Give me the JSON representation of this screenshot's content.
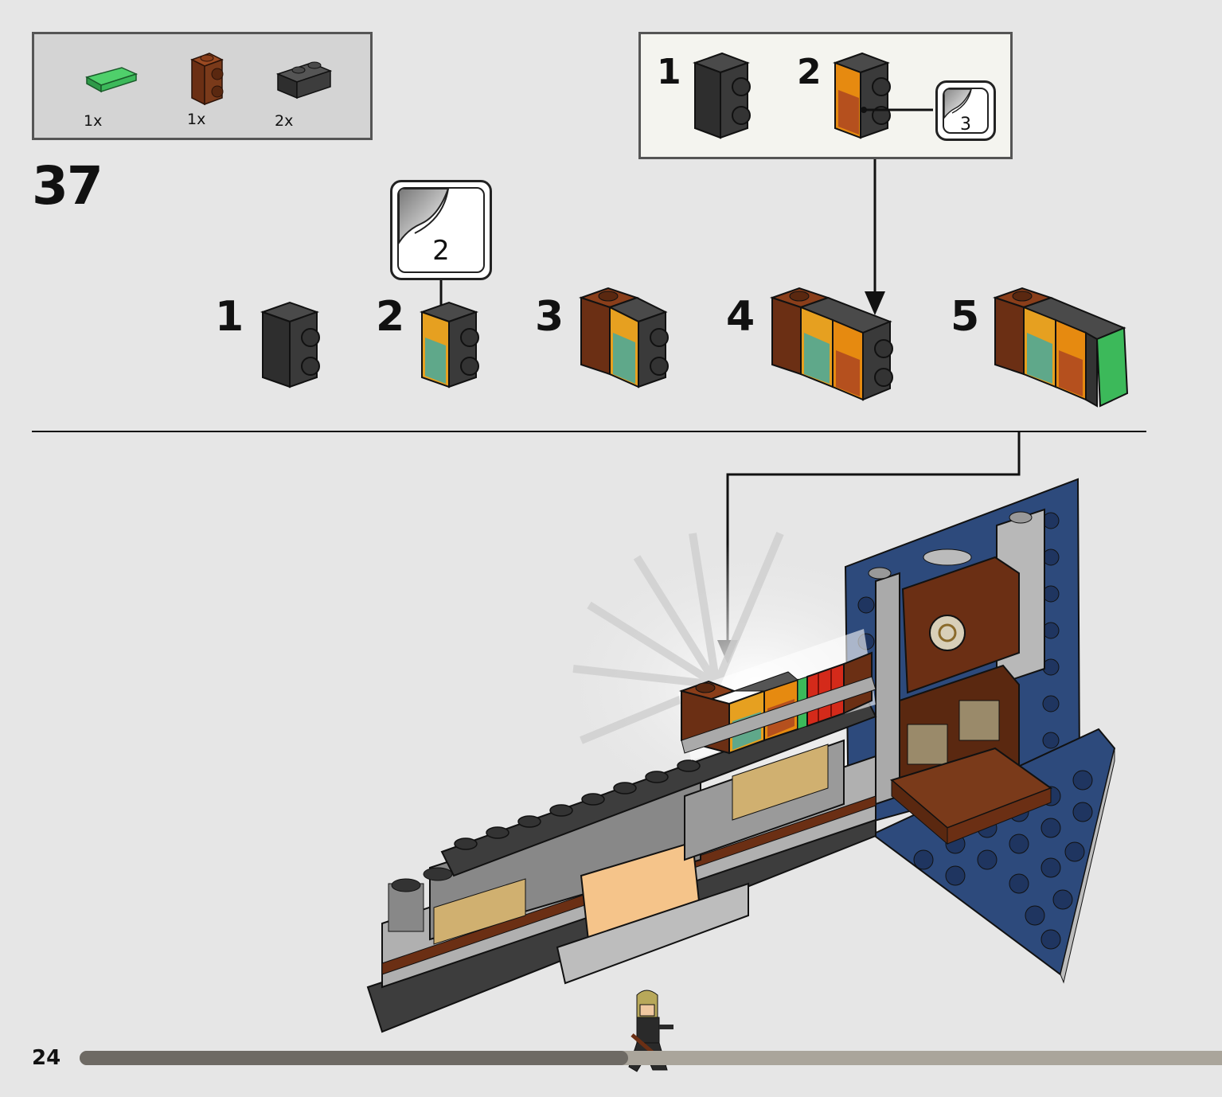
{
  "parts_list": [
    {
      "item": "green-tile-1x2",
      "qty": "1x",
      "color": "#3cb95a"
    },
    {
      "item": "brown-brick-1x1-studs-side",
      "qty": "1x",
      "color": "#7a3a1a"
    },
    {
      "item": "dark-gray-brick-1x2",
      "qty": "2x",
      "color": "#3d3d3d"
    }
  ],
  "step": {
    "number": "37"
  },
  "sub_assembly": {
    "steps": [
      "1",
      "2"
    ],
    "sticker": "3"
  },
  "main_sequence": {
    "steps": [
      "1",
      "2",
      "3",
      "4",
      "5"
    ],
    "sticker": "2"
  },
  "page": {
    "number": "24",
    "progress": 0.48
  },
  "colors": {
    "background": "#e6e6e6",
    "dark_gray": "#3d3d3d",
    "brown": "#6b2f14",
    "green": "#3cb95a",
    "blue_plate": "#2d4a7c",
    "light_gray": "#a8a8a8"
  }
}
